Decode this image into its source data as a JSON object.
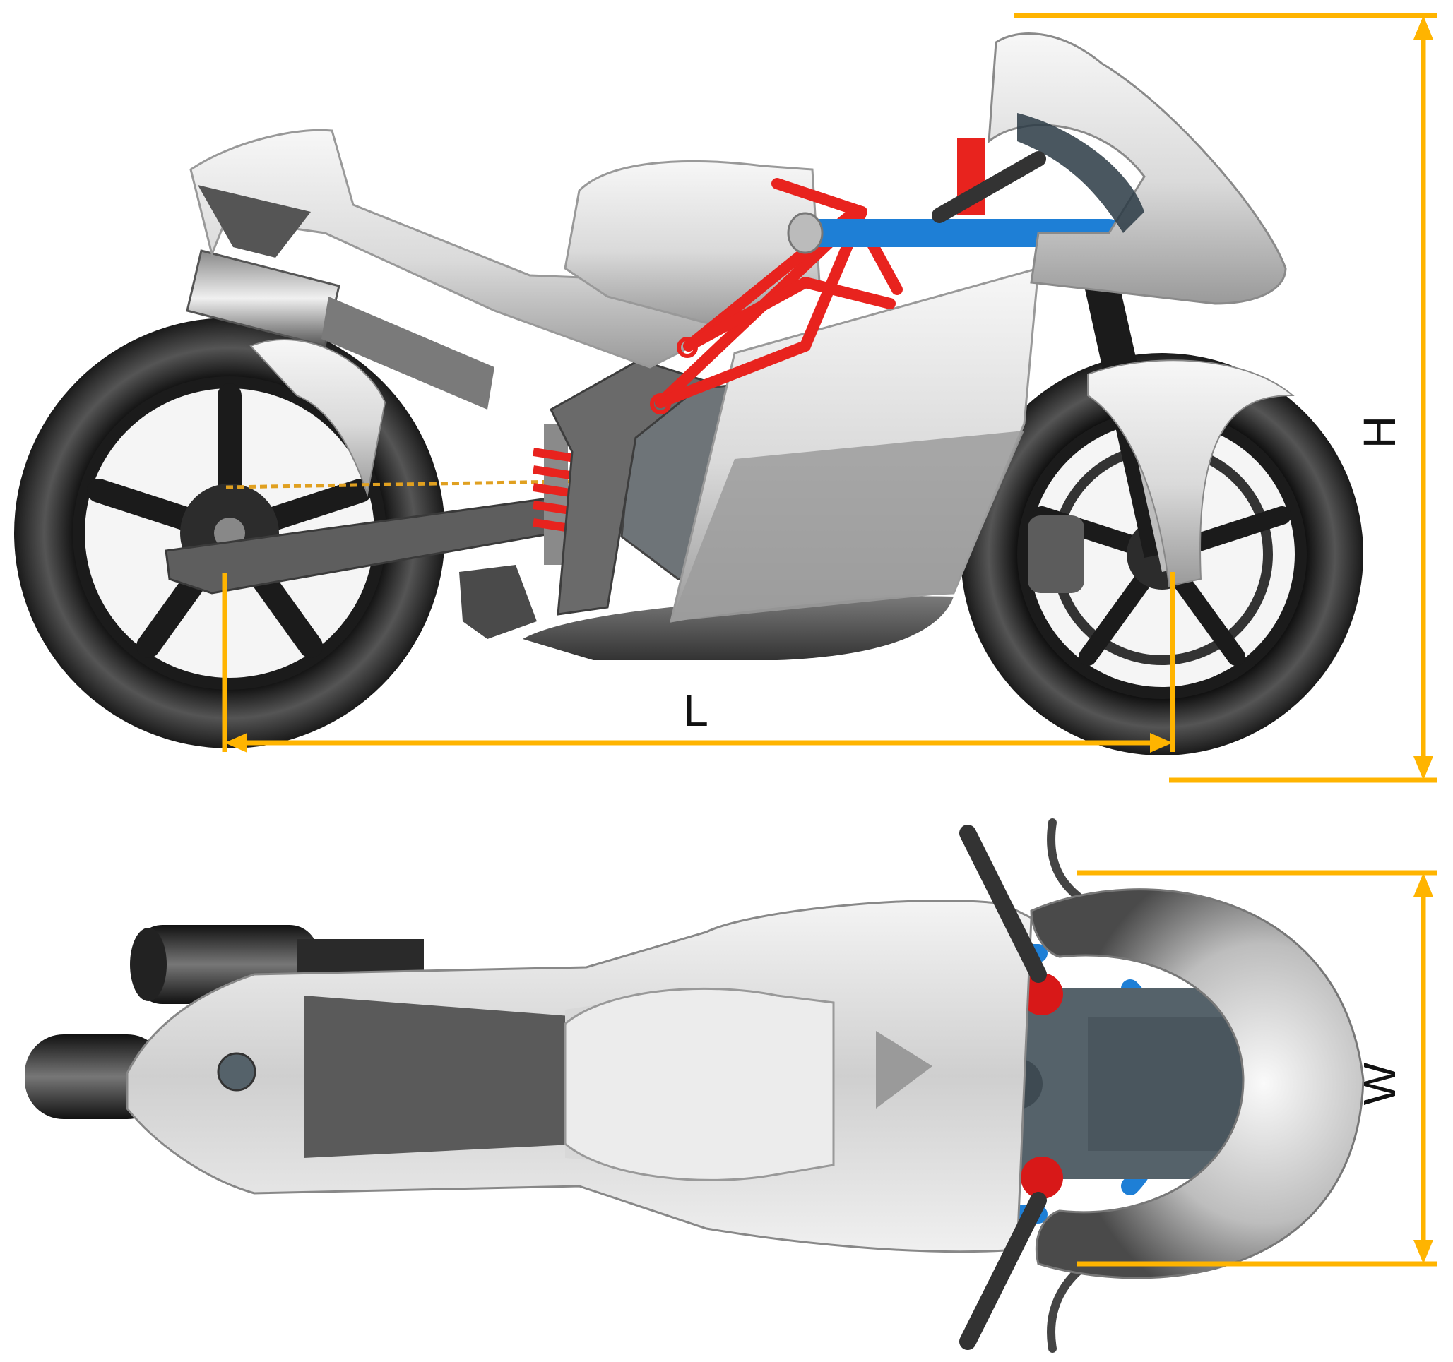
{
  "diagram": {
    "side_view": {
      "length_label": "L",
      "height_label": "H"
    },
    "top_view": {
      "width_label": "W"
    }
  },
  "colors": {
    "dimension": "#FFB400",
    "frame": "#E8231E",
    "radiator_pipe": "#1E7FD6",
    "tyre": "#2a2a2a",
    "fairing": "#e6e6e6",
    "swingarm": "#6b6b6b",
    "engine": "#556068"
  }
}
